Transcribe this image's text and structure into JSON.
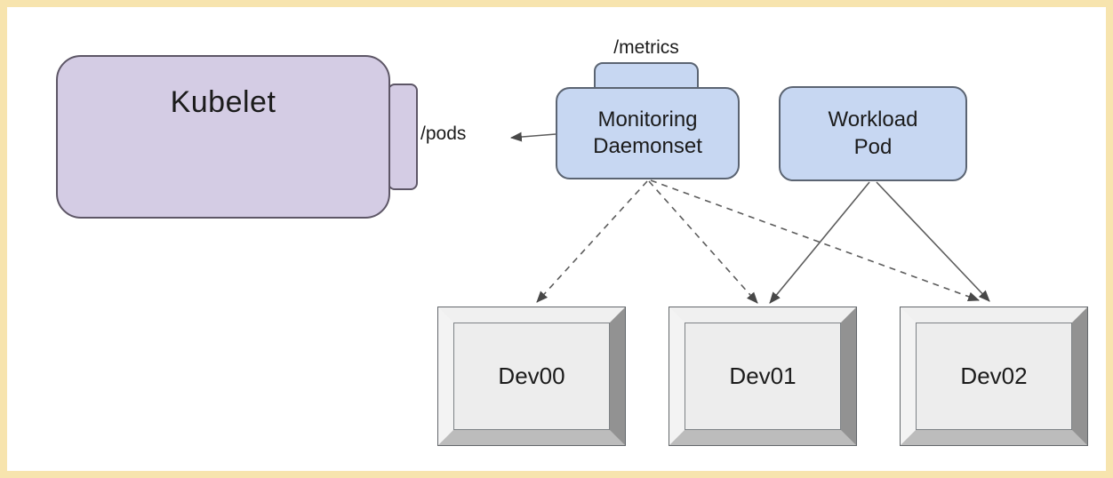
{
  "diagram": {
    "nodes": {
      "kubelet": {
        "label": "Kubelet"
      },
      "monitoring_daemonset": {
        "label": "Monitoring\nDaemonset"
      },
      "workload_pod": {
        "label": "Workload\nPod"
      },
      "dev00": {
        "label": "Dev00"
      },
      "dev01": {
        "label": "Dev01"
      },
      "dev02": {
        "label": "Dev02"
      }
    },
    "endpoint_labels": {
      "pods": "/pods",
      "metrics": "/metrics"
    },
    "edges": [
      {
        "from": "monitoring_daemonset",
        "to": "kubelet",
        "style": "solid",
        "label": "/pods"
      },
      {
        "from": "monitoring_daemonset",
        "to": "dev00",
        "style": "dashed",
        "label": ""
      },
      {
        "from": "monitoring_daemonset",
        "to": "dev01",
        "style": "dashed",
        "label": ""
      },
      {
        "from": "monitoring_daemonset",
        "to": "dev02",
        "style": "dashed",
        "label": ""
      },
      {
        "from": "workload_pod",
        "to": "dev01",
        "style": "solid",
        "label": ""
      },
      {
        "from": "workload_pod",
        "to": "dev02",
        "style": "solid",
        "label": ""
      }
    ],
    "colors": {
      "page_border": "#F7E4AE",
      "kubelet_fill": "#D4CCE4",
      "pod_fill": "#C7D7F2",
      "device_face": "#EDEDED",
      "device_bevel_light": "#F0F0F0",
      "device_bevel_dark": "#929292",
      "device_bevel_bottom": "#BCBCBC",
      "edge_stroke": "#5C5C5C",
      "arrowhead_fill": "#484848"
    }
  }
}
